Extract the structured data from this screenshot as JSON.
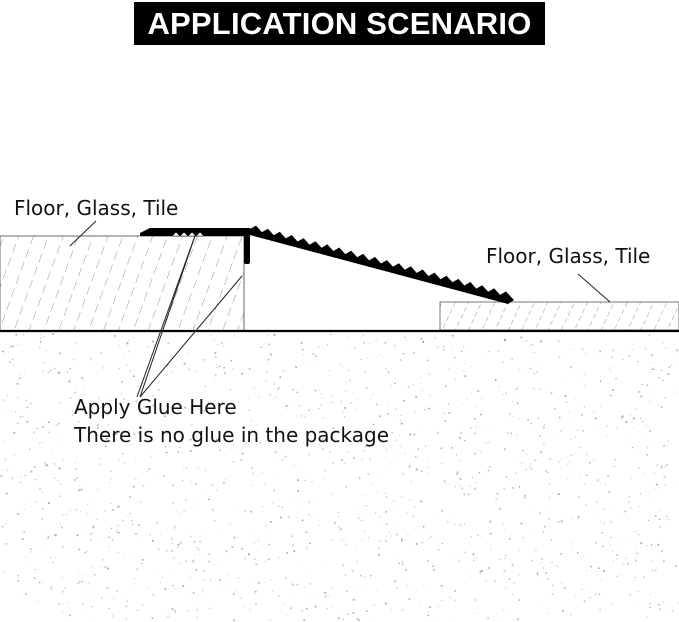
{
  "title": "APPLICATION SCENARIO",
  "labels": {
    "left_surface": "Floor, Glass, Tile",
    "right_surface": "Floor, Glass, Tile",
    "glue_line1": "Apply Glue Here",
    "glue_line2": "There is no glue in the package"
  },
  "colors": {
    "ink": "#111111",
    "title_bg": "#000000",
    "title_text": "#ffffff",
    "speckle": "#8a8a8a"
  }
}
